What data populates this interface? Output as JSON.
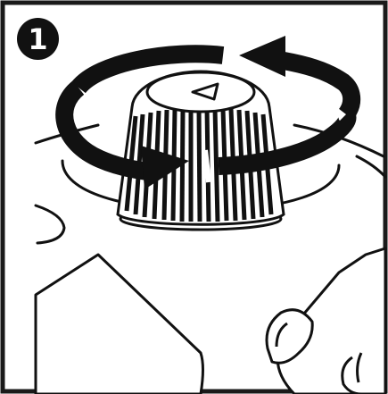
{
  "step": {
    "number": "1"
  },
  "instruction": {
    "rotation_direction": "counterclockwise",
    "arrow_count": 2
  },
  "colors": {
    "ink": "#111111",
    "paper": "#ffffff",
    "frame": "#1a1a1a"
  },
  "icons": {
    "rotate_arrow": "rotate-arrow-icon",
    "triangle_marker": "triangle-marker-icon"
  }
}
